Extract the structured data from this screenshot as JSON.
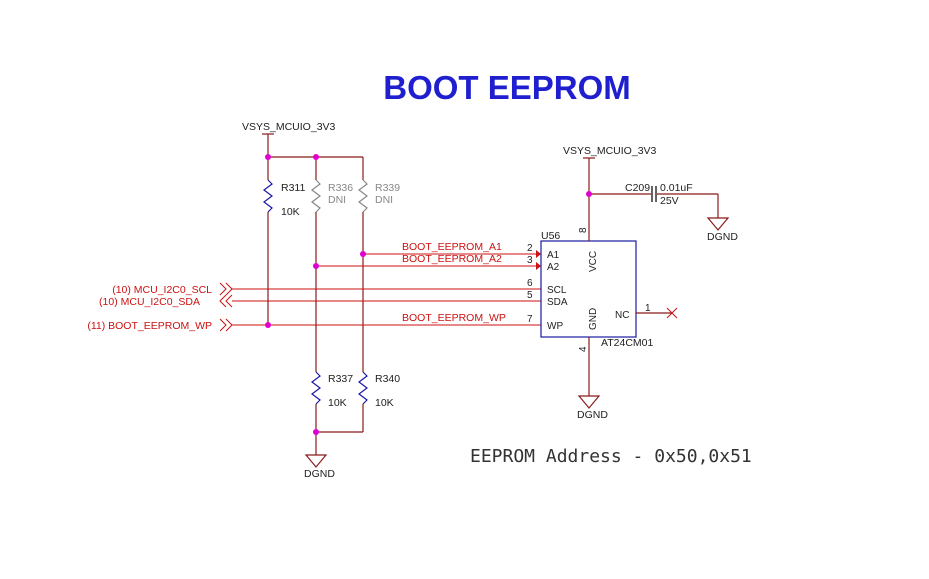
{
  "title": "BOOT EEPROM",
  "power": {
    "left_rail": "VSYS_MCUIO_3V3",
    "right_rail": "VSYS_MCUIO_3V3",
    "gnd_cap": "DGND",
    "gnd_ic": "DGND",
    "gnd_left": "DGND"
  },
  "resistors": {
    "r311": {
      "ref": "R311",
      "value": "10K"
    },
    "r336": {
      "ref": "R336",
      "value": "DNI"
    },
    "r339": {
      "ref": "R339",
      "value": "DNI"
    },
    "r337": {
      "ref": "R337",
      "value": "10K"
    },
    "r340": {
      "ref": "R340",
      "value": "10K"
    }
  },
  "capacitor": {
    "ref": "C209",
    "value": "0.01uF",
    "voltage": "25V"
  },
  "ic": {
    "ref": "U56",
    "part": "AT24CM01",
    "pins": {
      "a1": {
        "num": "2",
        "name": "A1"
      },
      "a2": {
        "num": "3",
        "name": "A2"
      },
      "scl": {
        "num": "6",
        "name": "SCL"
      },
      "sda": {
        "num": "5",
        "name": "SDA"
      },
      "wp": {
        "num": "7",
        "name": "WP"
      },
      "vcc": {
        "num": "8",
        "name": "VCC"
      },
      "gnd": {
        "num": "4",
        "name": "GND"
      },
      "nc": {
        "num": "1",
        "name": "NC"
      }
    }
  },
  "nets": {
    "a1": "BOOT_EEPROM_A1",
    "a2": "BOOT_EEPROM_A2",
    "wp": "BOOT_EEPROM_WP"
  },
  "ports": {
    "scl": "(10)  MCU_I2C0_SCL",
    "sda": "(10)  MCU_I2C0_SDA",
    "wp": "(11)  BOOT_EEPROM_WP"
  },
  "note": "EEPROM Address - 0x50,0x51"
}
